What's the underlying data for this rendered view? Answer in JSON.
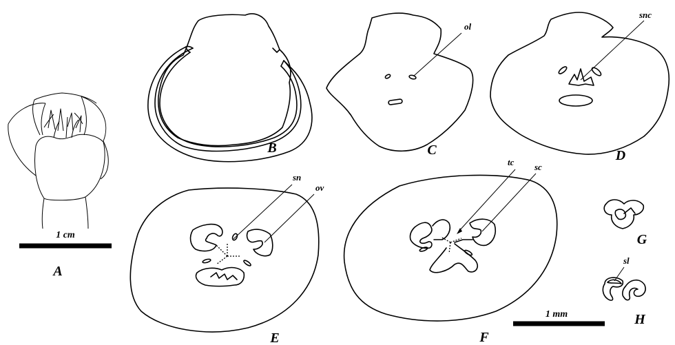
{
  "panels": {
    "A": "A",
    "B": "B",
    "C": "C",
    "D": "D",
    "E": "E",
    "F": "F",
    "G": "G",
    "H": "H"
  },
  "abbreviations": {
    "ol": "ol",
    "snc": "snc",
    "sn": "sn",
    "ov": "ov",
    "tc": "tc",
    "sc": "sc",
    "sl": "sl"
  },
  "scale_bars": {
    "flower": "1 cm",
    "sections": "1 mm"
  }
}
